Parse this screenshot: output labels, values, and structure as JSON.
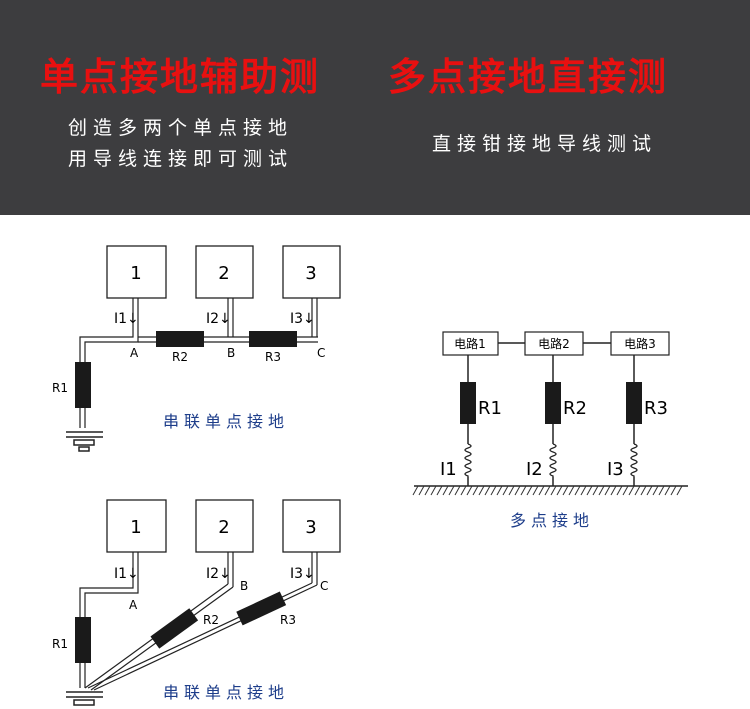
{
  "banner": {
    "title_left": "单点接地辅助测",
    "title_right": "多点接地直接测",
    "desc_left_line1": "创造多两个单点接地",
    "desc_left_line2": "用导线连接即可测试",
    "desc_right": "直接钳接地导线测试",
    "title_color": "#e81010",
    "background_color": "#3d3d3f"
  },
  "diagram_series_top": {
    "boxes": [
      "1",
      "2",
      "3"
    ],
    "currents": [
      "I1↓",
      "I2↓",
      "I3↓"
    ],
    "nodes": [
      "A",
      "B",
      "C"
    ],
    "resistors": [
      "R1",
      "R2",
      "R3"
    ],
    "caption": "串联单点接地"
  },
  "diagram_multi": {
    "circuits": [
      "电路1",
      "电路2",
      "电路3"
    ],
    "resistors": [
      "R1",
      "R2",
      "R3"
    ],
    "currents": [
      "I1",
      "I2",
      "I3"
    ],
    "caption": "多点接地"
  },
  "diagram_series_bottom": {
    "boxes": [
      "1",
      "2",
      "3"
    ],
    "currents": [
      "I1↓",
      "I2↓",
      "I3↓"
    ],
    "nodes": [
      "A",
      "B",
      "C"
    ],
    "resistors": [
      "R1",
      "R2",
      "R3"
    ],
    "caption": "串联单点接地"
  },
  "caption_color": "#1d3d8a"
}
